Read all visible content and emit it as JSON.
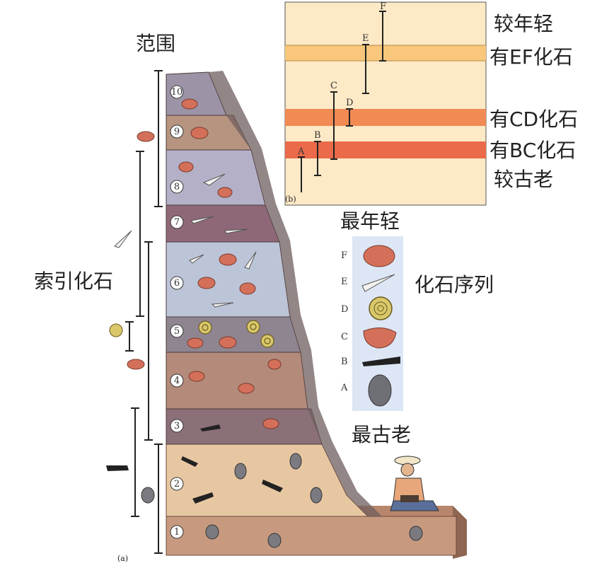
{
  "labels": {
    "range": "范围",
    "index_fossils": "索引化石",
    "youngest": "最年轻",
    "oldest": "最古老",
    "fossil_sequence": "化石序列",
    "panel_a": "(a)",
    "panel_b": "(b)"
  },
  "inset": {
    "younger": "较年轻",
    "older": "较古老",
    "bands": [
      {
        "label": "有EF化石",
        "color": "#f8c77c"
      },
      {
        "label": "有CD化石",
        "color": "#f28a53"
      },
      {
        "label": "有BC化石",
        "color": "#ea6a4a"
      }
    ],
    "range_letters": [
      "A",
      "B",
      "C",
      "D",
      "E",
      "F"
    ],
    "background": "#fde9c6"
  },
  "layers": [
    "1",
    "2",
    "3",
    "4",
    "5",
    "6",
    "7",
    "8",
    "9",
    "10"
  ],
  "sequence": {
    "letters": [
      "F",
      "E",
      "D",
      "C",
      "B",
      "A"
    ],
    "icons": [
      "clam-fossil-icon",
      "snail-shell-icon",
      "ammonite-icon",
      "brachiopod-icon",
      "graptolite-icon",
      "trilobite-icon"
    ],
    "background": "#dde6f5"
  },
  "colors": {
    "layer_tan": "#e8c8a0",
    "layer_brown": "#a67b6c",
    "layer_slate": "#b7bcd0",
    "layer_dark": "#7e6670",
    "fossil_red": "#d4705a"
  }
}
